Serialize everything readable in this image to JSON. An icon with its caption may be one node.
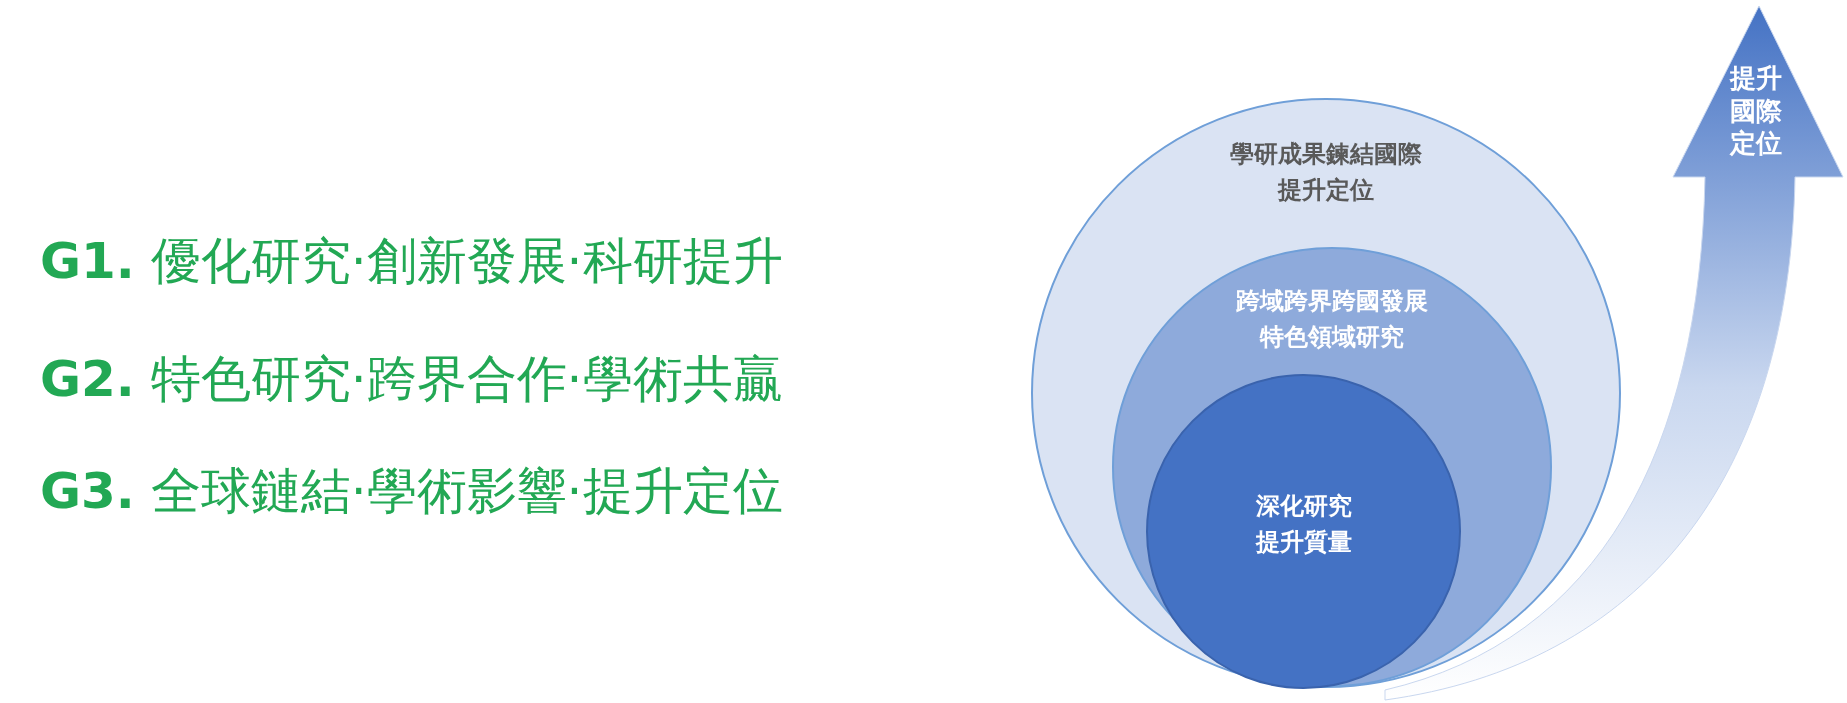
{
  "diagram": {
    "nodes": [
      {
        "text": [
          "學研成果鍊結國際提升定位"
        ]
      },
      {
        "text": [
          "跨域跨界跨國發展特色領域研究"
        ],
        "in": 0
      },
      {
        "text": [
          "深化研究提升質量"
        ],
        "in": 1
      },
      {
        "text": [
          "提升國際定位"
        ]
      }
    ],
    "labels": [
      "**G1.** 優化研究·創新發展·科研提升",
      "**G2.** 特色研究·跨界合作·學術共贏",
      "**G3.** 全球鏈結·學術影響·提升定位"
    ]
  }
}
